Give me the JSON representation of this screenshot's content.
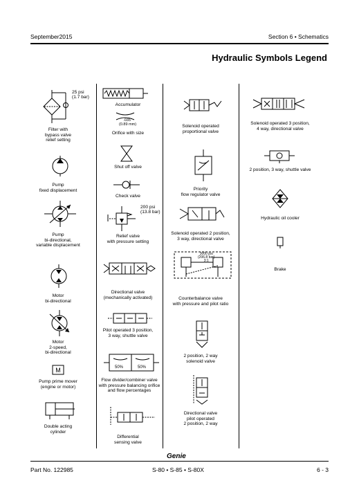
{
  "header": {
    "date": "September2015",
    "section": "Section 6 • Schematics",
    "title": "Hydraulic Symbols Legend"
  },
  "col1": [
    {
      "caption": "Filter with\nbypass valve\nrelief setting",
      "note": "25 psi\n(1.7 bar)"
    },
    {
      "caption": "Pump\nfixed displacement"
    },
    {
      "caption": "Pump\nbi-directional,\nvariable displacement"
    },
    {
      "caption": "Motor\nbi-directional"
    },
    {
      "caption": "Motor\n2-speed,\nbi-directional"
    },
    {
      "caption": "Pump prime mover\n(engine or motor)"
    },
    {
      "caption": "Double acting\ncylinder"
    }
  ],
  "col2": [
    {
      "caption": "Accumulator"
    },
    {
      "caption": "Orifice with size",
      "note": ".035\"\n(0.89 mm)"
    },
    {
      "caption": "Shut off valve"
    },
    {
      "caption": "Check valve"
    },
    {
      "caption": "Relief valve\nwith pressure setting",
      "note": "200 psi\n(13.8 bar)"
    },
    {
      "caption": "Directional valve\n(mechanically activated)"
    },
    {
      "caption": "Pilot operated 3 position,\n3 way, shuttle valve"
    },
    {
      "caption": "Flow divider/combiner valve\nwith pressure balancing orifice\nand flow percentages",
      "pct_left": "50%",
      "pct_right": "50%"
    },
    {
      "caption": "Differential\nsensing valve"
    }
  ],
  "col3": [
    {
      "caption": "Solenoid operated\nproportional valve"
    },
    {
      "caption": "Priority\nflow regulator valve"
    },
    {
      "caption": "Solenoid operated 2 position,\n3 way, directional valve"
    },
    {
      "caption": "Counterbalance valve\nwith pressure and pilot ratio",
      "note": "3000 psi\n(206.8 bar)\n3:1"
    },
    {
      "caption": "2 position, 2 way\nsolenoid valve"
    },
    {
      "caption": "Directional valve\npilot operated\n2 position, 2 way"
    }
  ],
  "col4": [
    {
      "caption": "Solenoid operated 3 position,\n4 way, directional valve"
    },
    {
      "caption": "2 position, 3 way, shuttle valve"
    },
    {
      "caption": "Hydraulic oil cooler"
    },
    {
      "caption": "Brake"
    }
  ],
  "footer": {
    "part": "Part No. 122985",
    "models": "S-80 • S-85 • S-80X",
    "page": "6 - 3",
    "logo": "Genie"
  }
}
